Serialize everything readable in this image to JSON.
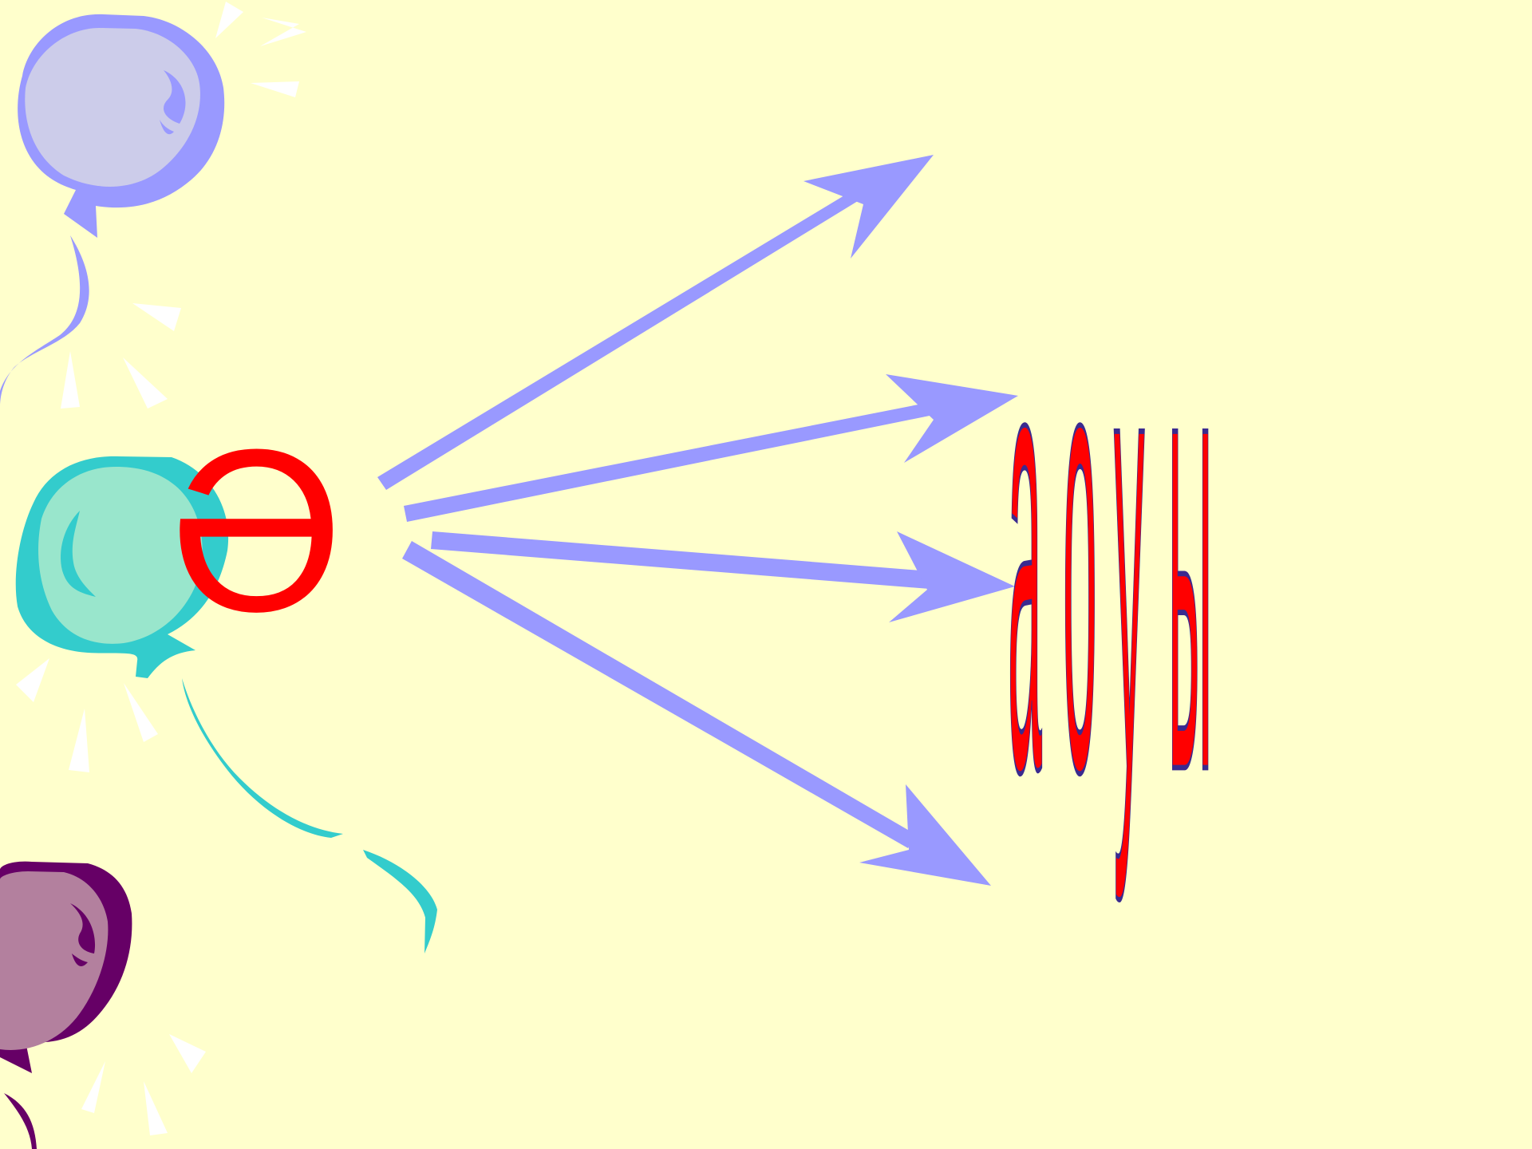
{
  "letter": "Ә",
  "letters": [
    "а",
    "о",
    "у",
    "ы"
  ],
  "colors": {
    "background": "#ffffcc",
    "arrow": "#9999ff",
    "letter": "#ff0000",
    "letter_outline": "#3a2a8f"
  },
  "icons": [
    "balloon-lavender-icon",
    "balloon-teal-icon",
    "balloon-purple-icon",
    "arrow-icon"
  ]
}
